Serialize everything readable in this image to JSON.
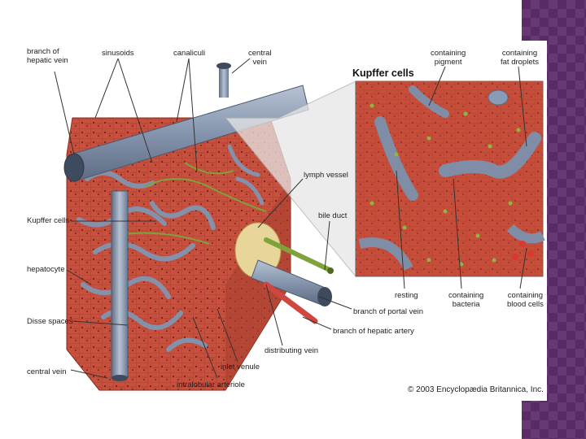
{
  "diagram": {
    "inset_title": "Kupffer cells",
    "credit": "© 2003 Encyclopædia Britannica, Inc.",
    "labels": {
      "branch_hepatic_vein": "branch of\nhepatic vein",
      "sinusoids": "sinusoids",
      "canaliculi": "canaliculi",
      "central_vein_top": "central\nvein",
      "containing_pigment": "containing\npigment",
      "containing_fat": "containing\nfat droplets",
      "lymph_vessel": "lymph vessel",
      "bile_duct": "bile duct",
      "kupffer_cells": "Kupffer cells",
      "hepatocyte": "hepatocyte",
      "disse_spaces": "Disse spaces",
      "central_vein_bottom": "central vein",
      "resting": "resting",
      "containing_bacteria": "containing\nbacteria",
      "containing_blood": "containing\nblood cells",
      "branch_portal_vein": "branch of portal vein",
      "branch_hepatic_artery": "branch of hepatic artery",
      "distributing_vein": "distributing vein",
      "inlet_venule": "inlet venule",
      "intralobular_arteriole": "intralobular arteriole"
    }
  },
  "colors": {
    "tissue": "#c8503e",
    "tissue_dark": "#9e3526",
    "vessel": "#7f8ea6",
    "vessel_light": "#b7c2d3",
    "duct_green": "#7fa23a",
    "artery_red": "#d0473f",
    "sidebar": "#5a2a67"
  }
}
